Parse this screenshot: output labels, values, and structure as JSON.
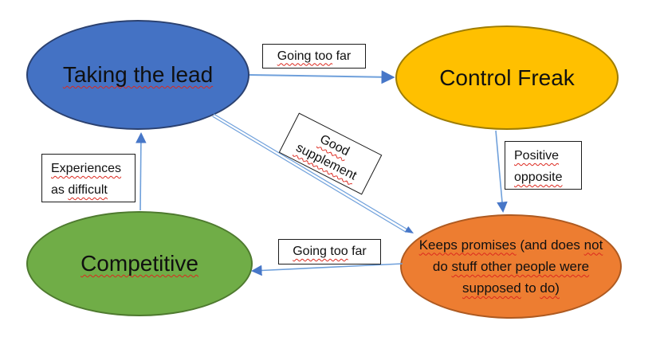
{
  "diagram": {
    "nodes": {
      "taking_the_lead": {
        "label": "Taking the lead",
        "fill": "#4472C4",
        "border": "#2B4170",
        "wavy": [
          "Taking",
          "the",
          "lead"
        ]
      },
      "control_freak": {
        "label": "Control Freak",
        "fill": "#FFC000",
        "border": "#9E7C00",
        "wavy": []
      },
      "competitive": {
        "label": "Competitive",
        "fill": "#70AD47",
        "border": "#4E7A2F",
        "wavy": [
          "Competitive"
        ]
      },
      "keeps_promises": {
        "label": "Keeps promises (and does not do stuff other people were supposed to do)",
        "fill": "#ED7D31",
        "border": "#AE5A21",
        "wavy": [
          "Keeps",
          "promises",
          "not",
          "stuff",
          "other",
          "people",
          "were",
          "supposed",
          "do)"
        ]
      }
    },
    "edge_labels": {
      "going_too_far_top": {
        "text": "Going too far",
        "wavy": [
          "Going",
          "too"
        ]
      },
      "good_supplement": {
        "text": "Good supplement",
        "wavy": [
          "Good",
          "supplement"
        ]
      },
      "positive_opposite": {
        "text": "Positive opposite",
        "wavy": [
          "Positive",
          "opposite"
        ]
      },
      "going_too_far_bottom": {
        "text": "Going too far",
        "wavy": [
          "Going",
          "too"
        ]
      },
      "experiences_as_difficult": {
        "text": "Experiences as difficult",
        "wavy": [
          "Experiences",
          "difficult"
        ]
      }
    },
    "colors": {
      "connector_line": "#6FA0DB",
      "arrowhead": "#4777C8",
      "spellcheck_underline": "#dc281e",
      "text": "#101010",
      "background": "#ffffff"
    }
  }
}
